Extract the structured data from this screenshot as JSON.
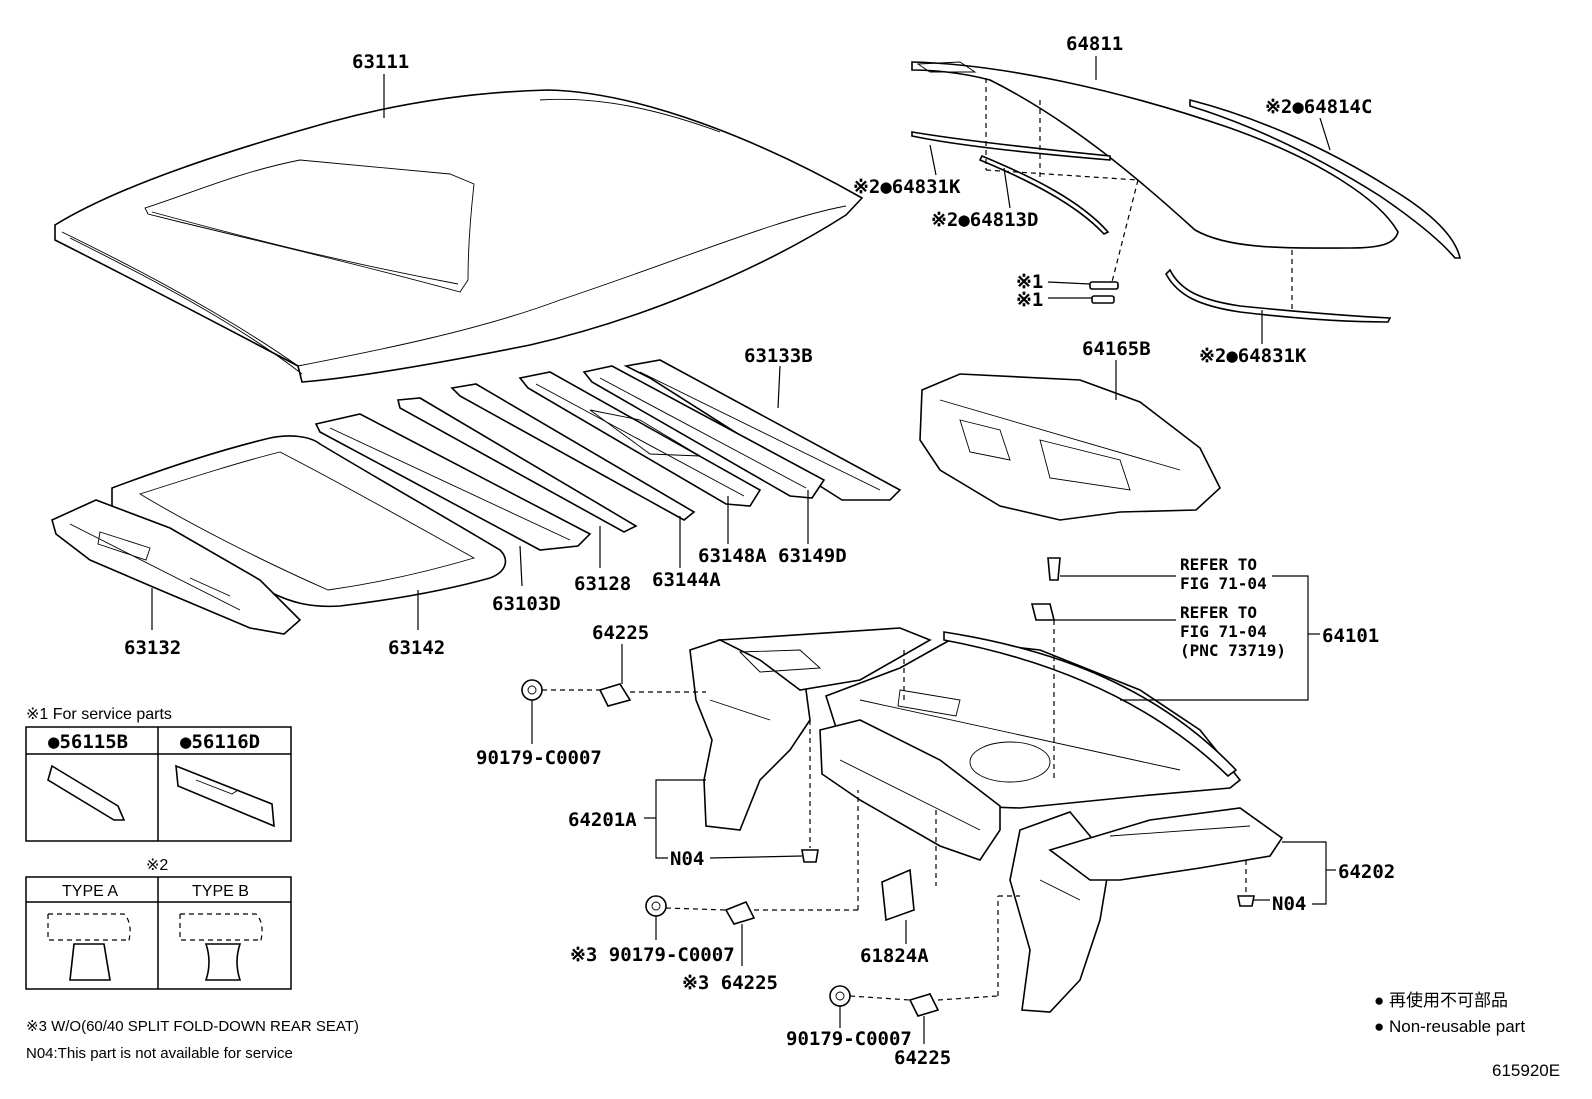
{
  "parts": {
    "p63111": "63111",
    "p64811": "64811",
    "p64814C": "※2●64814C",
    "p64831K_a": "※2●64831K",
    "p64813D": "※2●64813D",
    "mark1a": "※1",
    "mark1b": "※1",
    "p64831K_b": "※2●64831K",
    "p63133B": "63133B",
    "p64165B": "64165B",
    "p63148A": "63148A",
    "p63149D": "63149D",
    "p63128": "63128",
    "p63144A": "63144A",
    "p63103D": "63103D",
    "p63132": "63132",
    "p63142": "63142",
    "p64225_a": "64225",
    "p90179_a": "90179-C0007",
    "p64201A": "64201A",
    "pN04_a": "N04",
    "p90179_b": "※3 90179-C0007",
    "p64225_b": "※3 64225",
    "p61824A": "61824A",
    "p90179_c": "90179-C0007",
    "p64225_c": "64225",
    "p64101": "64101",
    "p64202": "64202",
    "pN04_b": "N04"
  },
  "refs": {
    "r1_line1": "REFER TO",
    "r1_line2": "FIG 71-04",
    "r2_line1": "REFER TO",
    "r2_line2": "FIG 71-04",
    "r2_line3": "(PNC 73719)"
  },
  "service_box": {
    "title": "※1 For service parts",
    "col_a": "●56115B",
    "col_b": "●56116D"
  },
  "type_box": {
    "title": "※2",
    "col_a": "TYPE A",
    "col_b": "TYPE B"
  },
  "notes": {
    "note3": "※3  W/O(60/40 SPLIT FOLD-DOWN REAR SEAT)",
    "noteN04": "N04:This part is not available for service"
  },
  "legend": {
    "line1": "● 再使用不可部品",
    "line2": "● Non-reusable part"
  },
  "figure_id": "615920E"
}
